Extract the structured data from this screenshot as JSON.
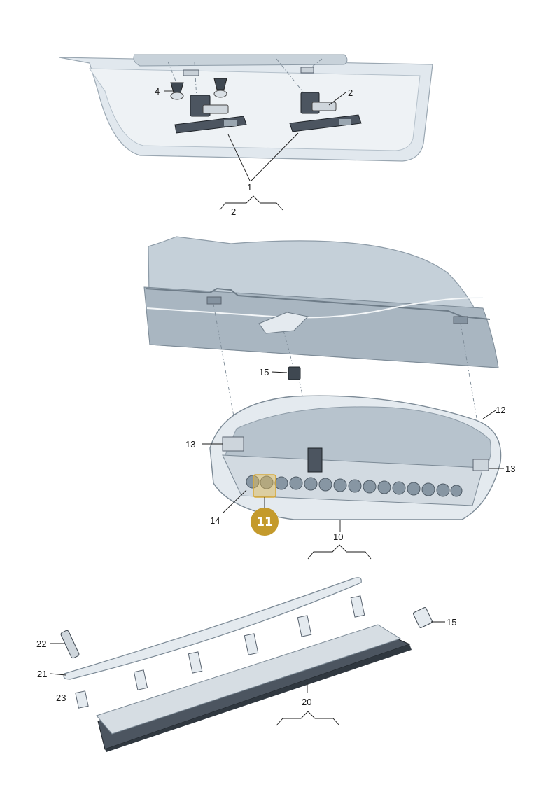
{
  "colors": {
    "panel": "#dfe6ec",
    "panel_dark": "#b9c5cf",
    "panel_shade": "#8e9ca8",
    "part_dark": "#4c5560",
    "badge": "#c49a2c",
    "highlight": "#e8bf55"
  },
  "callouts": {
    "c1": "1",
    "c2a": "2",
    "c2b": "2",
    "c4": "4",
    "c10": "10",
    "c12": "12",
    "c13a": "13",
    "c13b": "13",
    "c14": "14",
    "c15a": "15",
    "c15b": "15",
    "c20": "20",
    "c21": "21",
    "c22": "22",
    "c23": "23"
  },
  "highlight_badge": "11"
}
